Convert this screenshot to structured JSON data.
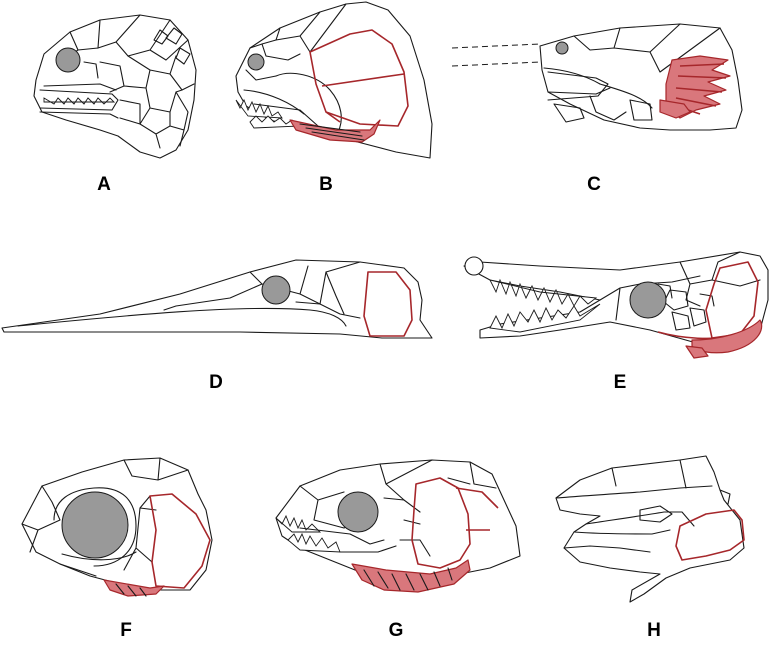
{
  "colors": {
    "outline": "#1a1a1a",
    "eye": "#999999",
    "highlight_stroke": "#a6272b",
    "highlight_fill": "#d9777c"
  },
  "panels": [
    {
      "label": "A"
    },
    {
      "label": "B"
    },
    {
      "label": "C"
    },
    {
      "label": "D"
    },
    {
      "label": "E"
    },
    {
      "label": "F"
    },
    {
      "label": "G"
    },
    {
      "label": "H"
    }
  ]
}
